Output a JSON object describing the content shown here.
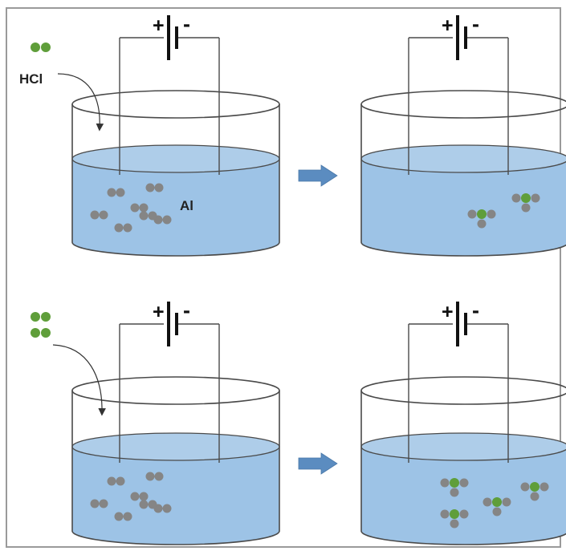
{
  "colors": {
    "liquid": "#9dc3e6",
    "liquid_surface": "#aecde9",
    "outline": "#4a4a4a",
    "gray_atom": "#858585",
    "green_atom": "#5f9e3a",
    "arrow": "#5b8cc0",
    "border": "#9a9a9a"
  },
  "labels": {
    "hcl": "HCl",
    "al": "Al",
    "battery_plus": "+",
    "battery_minus": "-"
  },
  "icons": {
    "battery": "battery-icon",
    "process_arrow": "right-arrow-icon",
    "drop_arrow": "curved-arrow-icon"
  },
  "rows": [
    {
      "label": "top",
      "hcl_molecules_added": 1,
      "aluminum_pairs_before": 7,
      "aluminum_pairs_after": 0,
      "alcl3_units_after": 2
    },
    {
      "label": "bottom",
      "hcl_molecules_added": 2,
      "aluminum_pairs_before": 7,
      "aluminum_pairs_after": 0,
      "alcl3_units_after": 4
    }
  ]
}
